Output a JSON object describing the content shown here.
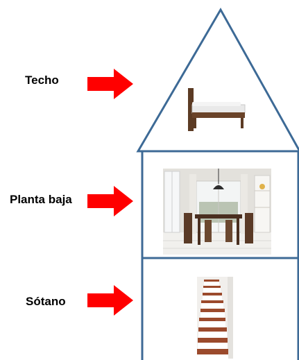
{
  "levels": [
    {
      "label": "Techo",
      "picture": "bed-icon"
    },
    {
      "label": "Planta baja",
      "picture": "dining-room-photo"
    },
    {
      "label": "Sótano",
      "picture": "staircase-photo"
    }
  ],
  "colors": {
    "arrow": "#ff0000",
    "outline": "#3d6a96",
    "label": "#000000"
  }
}
